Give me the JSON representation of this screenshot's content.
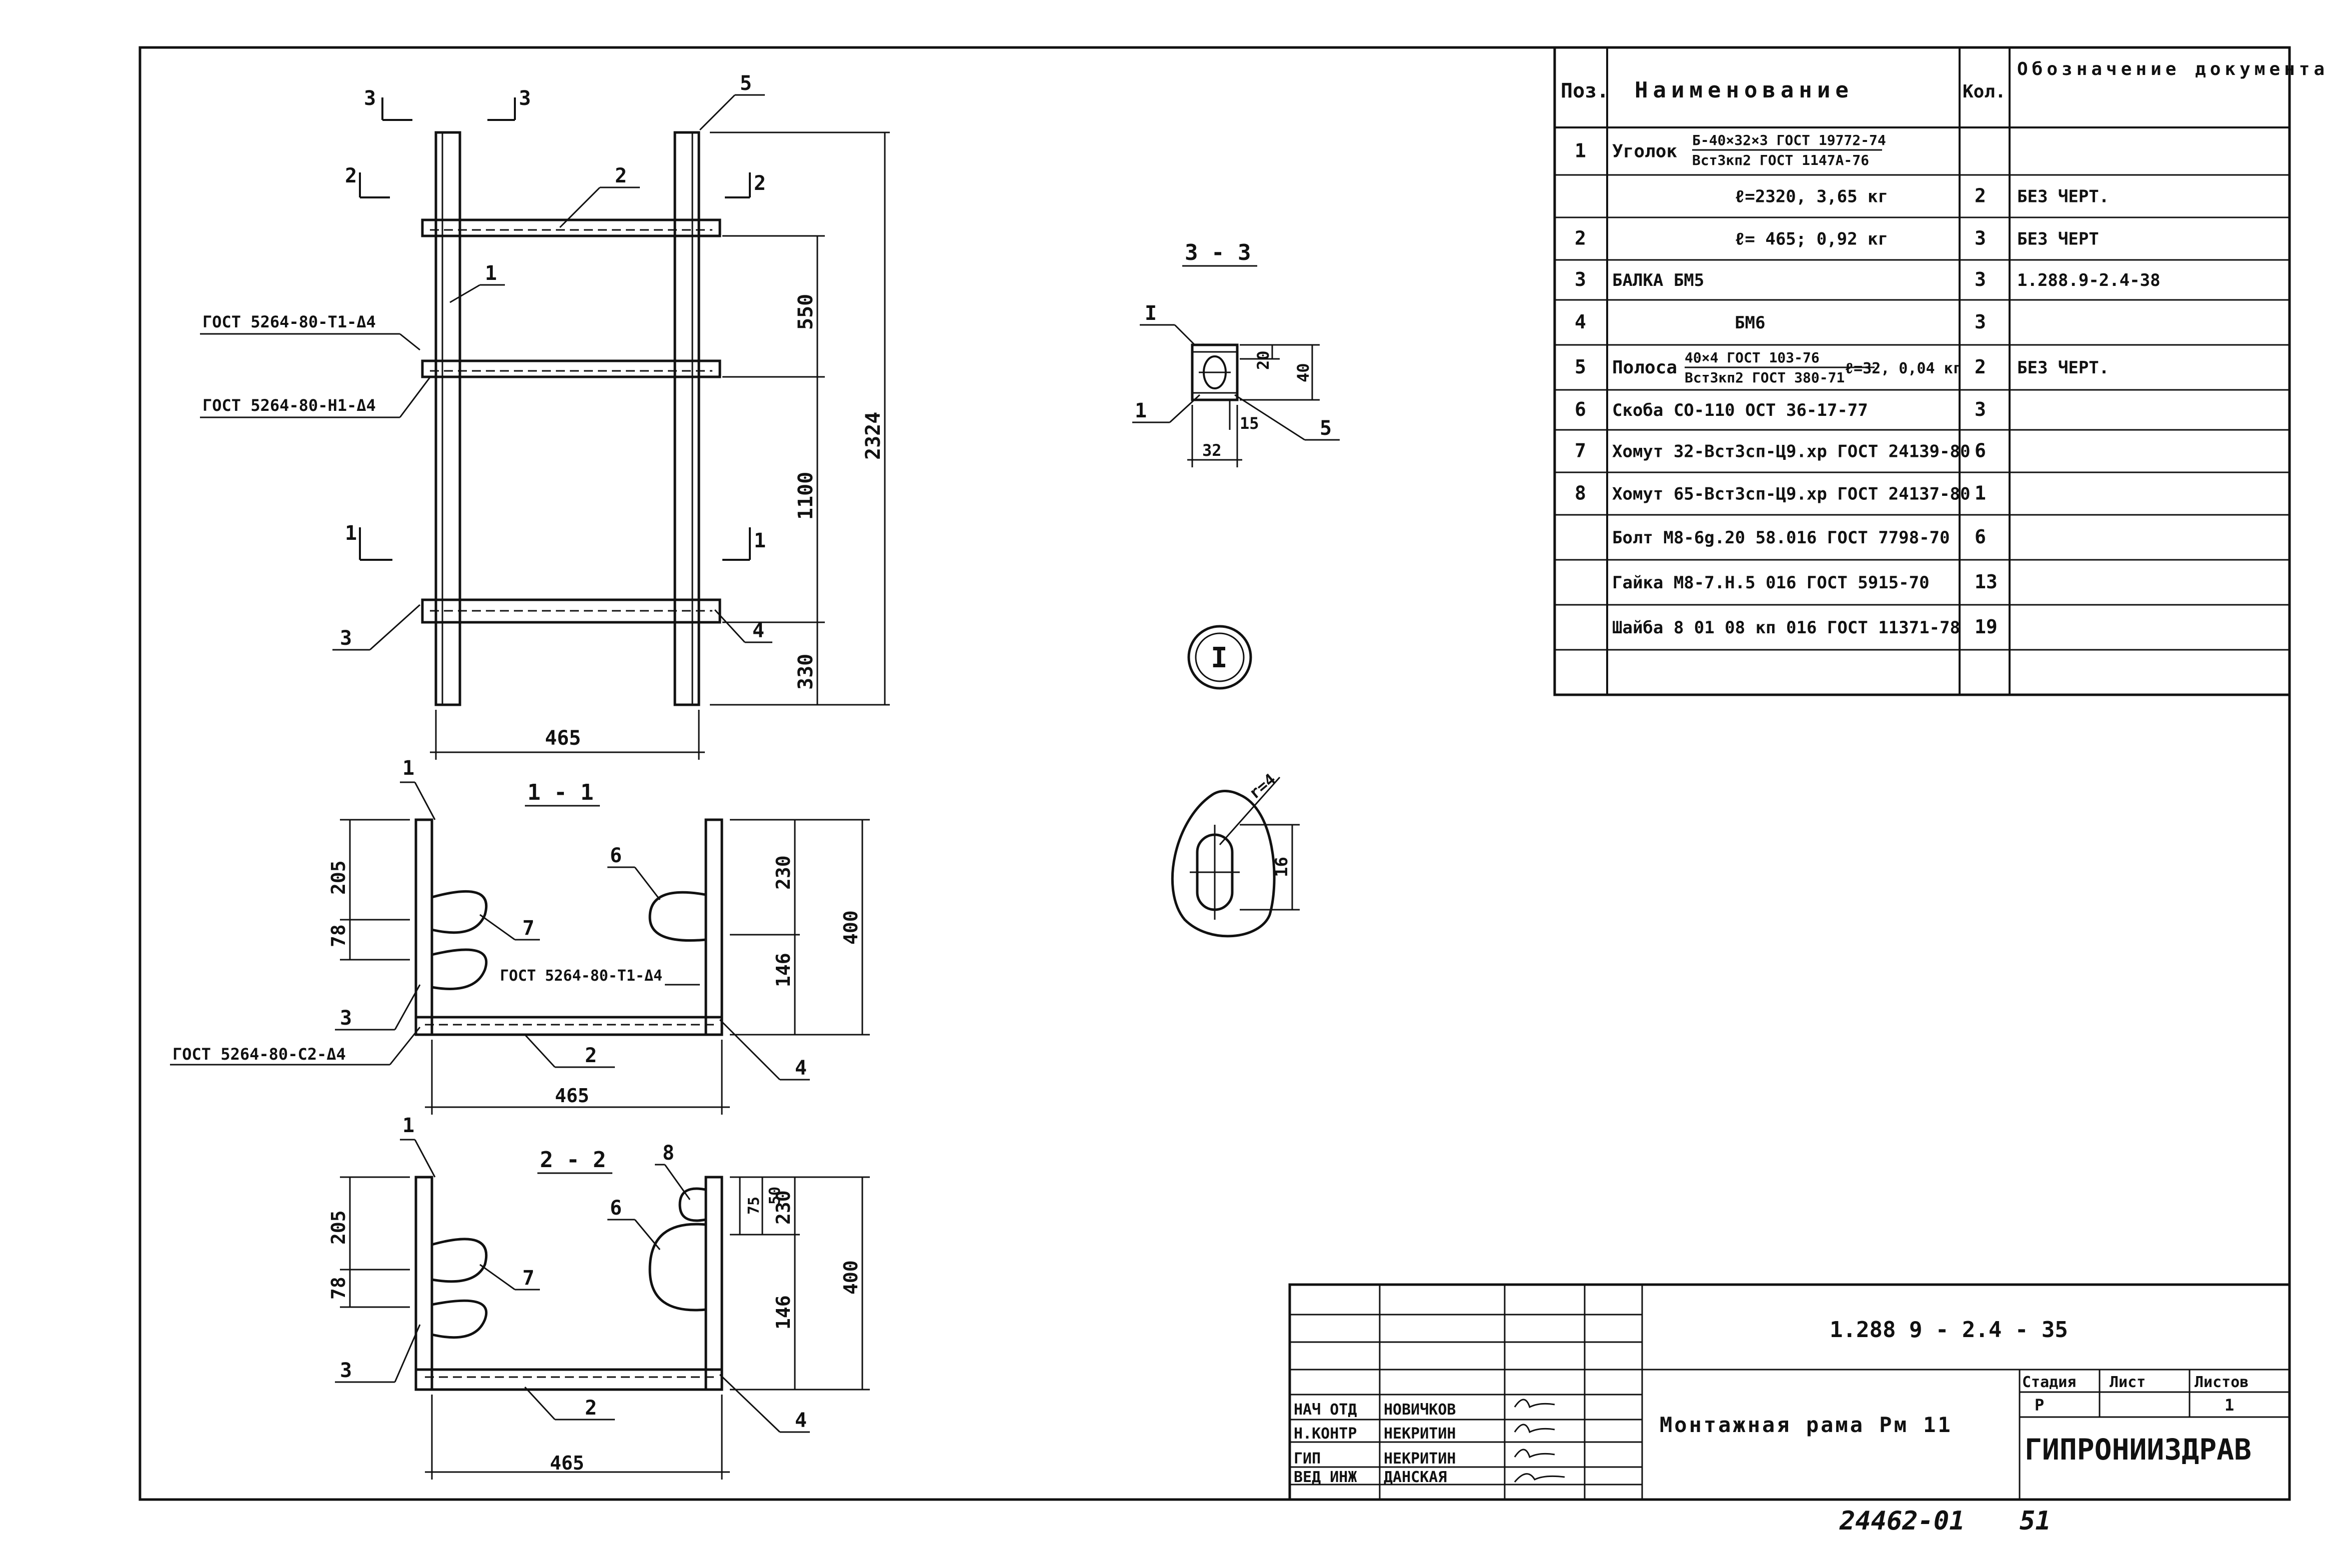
{
  "spec": {
    "headers": [
      "Поз.",
      "Наименование",
      "Кол.",
      "Обозначение документа"
    ],
    "rows": [
      {
        "pos": "1",
        "name": "Уголок",
        "name_top": "Б-40×32×3 ГОСТ 19772-74",
        "name_bottom": "Вст3кп2 ГОСТ 1147А-76",
        "qty": "",
        "doc": ""
      },
      {
        "pos": "",
        "name": "ℓ=2320, 3,65 кг",
        "qty": "2",
        "doc": "БЕЗ ЧЕРТ."
      },
      {
        "pos": "2",
        "name": "ℓ= 465; 0,92 кг",
        "qty": "3",
        "doc": "БЕЗ ЧЕРТ"
      },
      {
        "pos": "3",
        "name": "БАЛКА БМ5",
        "qty": "3",
        "doc": "1.288.9-2.4-38"
      },
      {
        "pos": "4",
        "name": "БМ6",
        "qty": "3",
        "doc": ""
      },
      {
        "pos": "5",
        "name": "Полоса",
        "name_top": "40×4 ГОСТ 103-76",
        "name_bottom": "Вст3кп2 ГОСТ 380-71",
        "name_suffix": "ℓ=32, 0,04 кг",
        "qty": "2",
        "doc": "БЕЗ ЧЕРТ."
      },
      {
        "pos": "6",
        "name": "Скоба СО-110 ОСТ 36-17-77",
        "qty": "3",
        "doc": ""
      },
      {
        "pos": "7",
        "name": "Хомут 32-Вст3сп-Ц9.хр ГОСТ 24139-80",
        "qty": "6",
        "doc": ""
      },
      {
        "pos": "8",
        "name": "Хомут 65-Вст3сп-Ц9.хр ГОСТ 24137-80",
        "qty": "1",
        "doc": ""
      },
      {
        "pos": "",
        "name": "Болт М8-6g.20 58.016 ГОСТ 7798-70",
        "qty": "6",
        "doc": ""
      },
      {
        "pos": "",
        "name": "Гайка М8-7.Н.5 016 ГОСТ 5915-70",
        "qty": "13",
        "doc": ""
      },
      {
        "pos": "",
        "name": "Шайба 8 01 08 кп 016 ГОСТ 11371-78",
        "qty": "19",
        "doc": ""
      },
      {
        "pos": "",
        "name": "",
        "qty": "",
        "doc": ""
      }
    ]
  },
  "title_block": {
    "code": "1.288 9 - 2.4 - 35",
    "title": "Монтажная рама Рм 11",
    "stage_label": "Стадия",
    "sheet_label": "Лист",
    "sheets_label": "Листов",
    "stage": "Р",
    "sheets": "1",
    "org": "ГИПРОНИИЗДРАВ",
    "roles": [
      {
        "role": "НАЧ ОТД",
        "name": "НОВИЧКОВ"
      },
      {
        "role": "Н.КОНТР",
        "name": "НЕКРИТИН"
      },
      {
        "role": "ГИП",
        "name": "НЕКРИТИН"
      },
      {
        "role": "ВЕД ИНЖ",
        "name": "ДАНСКАЯ"
      }
    ]
  },
  "footer": {
    "number": "24462-01",
    "page": "51"
  },
  "views": {
    "front": {
      "dims": {
        "total": "2324",
        "d1": "550",
        "d2": "1100",
        "d3": "330",
        "width": "465"
      },
      "weld_t1": "ГОСТ 5264-80-Т1-Δ4",
      "weld_h1": "ГОСТ 5264-80-Н1-Δ4",
      "cuts": [
        "3",
        "3",
        "2",
        "2",
        "1",
        "1"
      ],
      "positions": [
        "5",
        "2",
        "1",
        "3",
        "4"
      ]
    },
    "section_1": {
      "title": "1 - 1",
      "dims": {
        "d205": "205",
        "d78": "78",
        "d230": "230",
        "d146": "146",
        "d400": "400",
        "width": "465"
      },
      "weld_t1": "ГОСТ 5264-80-Т1-Δ4",
      "weld_c2": "ГОСТ 5264-80-С2-Δ4",
      "positions": [
        "1",
        "6",
        "7",
        "3",
        "2",
        "4"
      ]
    },
    "section_2": {
      "title": "2 - 2",
      "dims": {
        "d205": "205",
        "d78": "78",
        "d75": "75",
        "d50": "50",
        "d230": "230",
        "d146": "146",
        "d400": "400",
        "width": "465"
      },
      "positions": [
        "1",
        "8",
        "6",
        "7",
        "3",
        "2",
        "4"
      ]
    },
    "section_3": {
      "title": "3 - 3",
      "dims": {
        "d20": "20",
        "d40": "40",
        "d15": "15",
        "d32": "32"
      },
      "positions": [
        "I",
        "1",
        "5"
      ]
    },
    "detail": {
      "mark": "I",
      "radius": "r=4",
      "dim": "16"
    }
  }
}
